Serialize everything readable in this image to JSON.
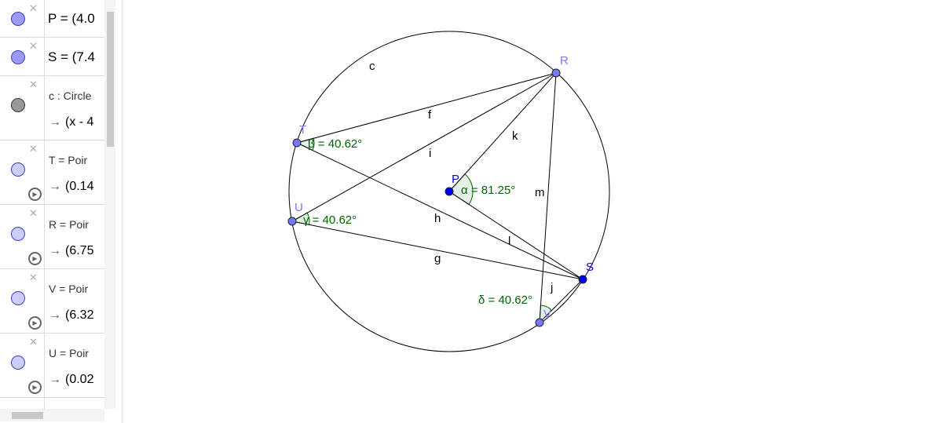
{
  "algebra": [
    {
      "def": "P = (4.0",
      "color": "#9999ff",
      "kind": "free"
    },
    {
      "def": "S = (7.4",
      "color": "#9999ff",
      "kind": "free"
    },
    {
      "def": "c : Circle",
      "value": "(x - 4",
      "color": "#999999",
      "kind": "dep"
    },
    {
      "def": "T = Poir",
      "value": "(0.14",
      "color": "#ccccff",
      "kind": "dep"
    },
    {
      "def": "R = Poir",
      "value": "(6.75",
      "color": "#ccccff",
      "kind": "dep"
    },
    {
      "def": "V = Poir",
      "value": "(6.32",
      "color": "#ccccff",
      "kind": "dep"
    },
    {
      "def": "U = Poir",
      "value": "(0.02",
      "color": "#ccccff",
      "kind": "dep"
    }
  ],
  "arrow": "→",
  "graphics": {
    "points": {
      "P": "P",
      "S": "S",
      "T": "T",
      "R": "R",
      "U": "U",
      "V": "V"
    },
    "objects": {
      "c": "c",
      "f": "f",
      "i": "i",
      "k": "k",
      "h": "h",
      "g": "g",
      "l": "l",
      "m": "m",
      "j": "j"
    },
    "angles": {
      "alpha": "α = 81.25°",
      "beta": "β = 40.62°",
      "gamma": "γ = 40.62°",
      "delta": "δ = 40.62°"
    },
    "colors": {
      "free_point": "#0000ff",
      "dep_point": "#7777ff",
      "angle": "#006400"
    }
  }
}
